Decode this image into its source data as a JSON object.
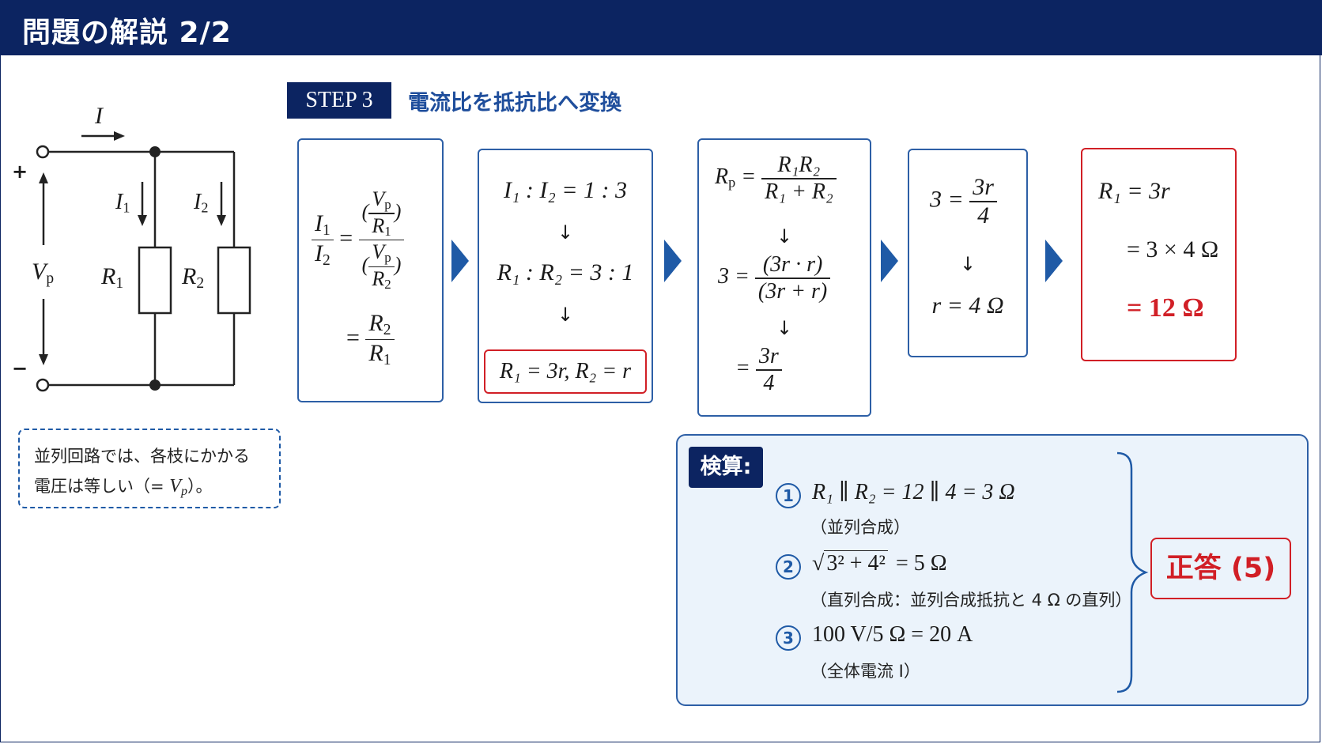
{
  "header": {
    "title": "問題の解説 2/2"
  },
  "circuit": {
    "current_total": "I",
    "plus": "+",
    "minus": "−",
    "voltage": "V",
    "voltage_sub": "p",
    "branch1_current": "I",
    "branch1_current_sub": "1",
    "branch2_current": "I",
    "branch2_current_sub": "2",
    "r1": "R",
    "r1_sub": "1",
    "r2": "R",
    "r2_sub": "2"
  },
  "note": {
    "line1": "並列回路では、各枝にかかる",
    "line2_pre": "電圧は等しい（=",
    "line2_var": "V",
    "line2_sub": "p",
    "line2_post": "）。"
  },
  "step": {
    "badge": "STEP 3",
    "title": "電流比を抵抗比へ変換"
  },
  "box1": {
    "lhs_num": "I",
    "lhs_num_sub": "1",
    "lhs_den": "I",
    "lhs_den_sub": "2",
    "eq": "=",
    "vp": "V",
    "vp_sub": "p",
    "r1": "R",
    "r1_sub": "1",
    "r2": "R",
    "r2_sub": "2",
    "res_num": "R",
    "res_num_sub": "2",
    "res_den": "R",
    "res_den_sub": "1"
  },
  "box2": {
    "line1": "I₁ : I₂ = 1 : 3",
    "arrow": "↓",
    "line2": "R₁ : R₂ = 3 : 1",
    "line3": "R₁ = 3r,  R₂ = r"
  },
  "box3": {
    "rp": "R",
    "rp_sub": "p",
    "num": "R₁R₂",
    "den": "R₁ + R₂",
    "arrow": "↓",
    "three_eq": "3 =",
    "num2": "(3r · r)",
    "den2": "(3r + r)",
    "eq3": "=",
    "num3": "3r",
    "den3": "4"
  },
  "box4": {
    "lhs": "3 =",
    "num": "3r",
    "den": "4",
    "arrow": "↓",
    "result": "r = 4 Ω"
  },
  "box5": {
    "line1": "R₁ = 3r",
    "line2": "= 3 × 4 Ω",
    "line3": "= 12 Ω"
  },
  "check": {
    "badge": "検算:",
    "items": [
      {
        "num": "1",
        "expr": "R₁ ∥ R₂ = 12 ∥ 4 = 3 Ω",
        "note": "（並列合成）"
      },
      {
        "num": "2",
        "expr_rad": "3² + 4²",
        "expr_post": "= 5 Ω",
        "note": "（直列合成：並列合成抵抗と 4 Ω の直列）"
      },
      {
        "num": "3",
        "expr": "100 V/5 Ω = 20 A",
        "note": "（全体電流 I）"
      }
    ]
  },
  "answer": {
    "label": "正答 (5)"
  },
  "colors": {
    "navy": "#0c2461",
    "blue": "#1f5aa6",
    "red": "#d11f26",
    "light_blue": "#ebf3fb"
  }
}
